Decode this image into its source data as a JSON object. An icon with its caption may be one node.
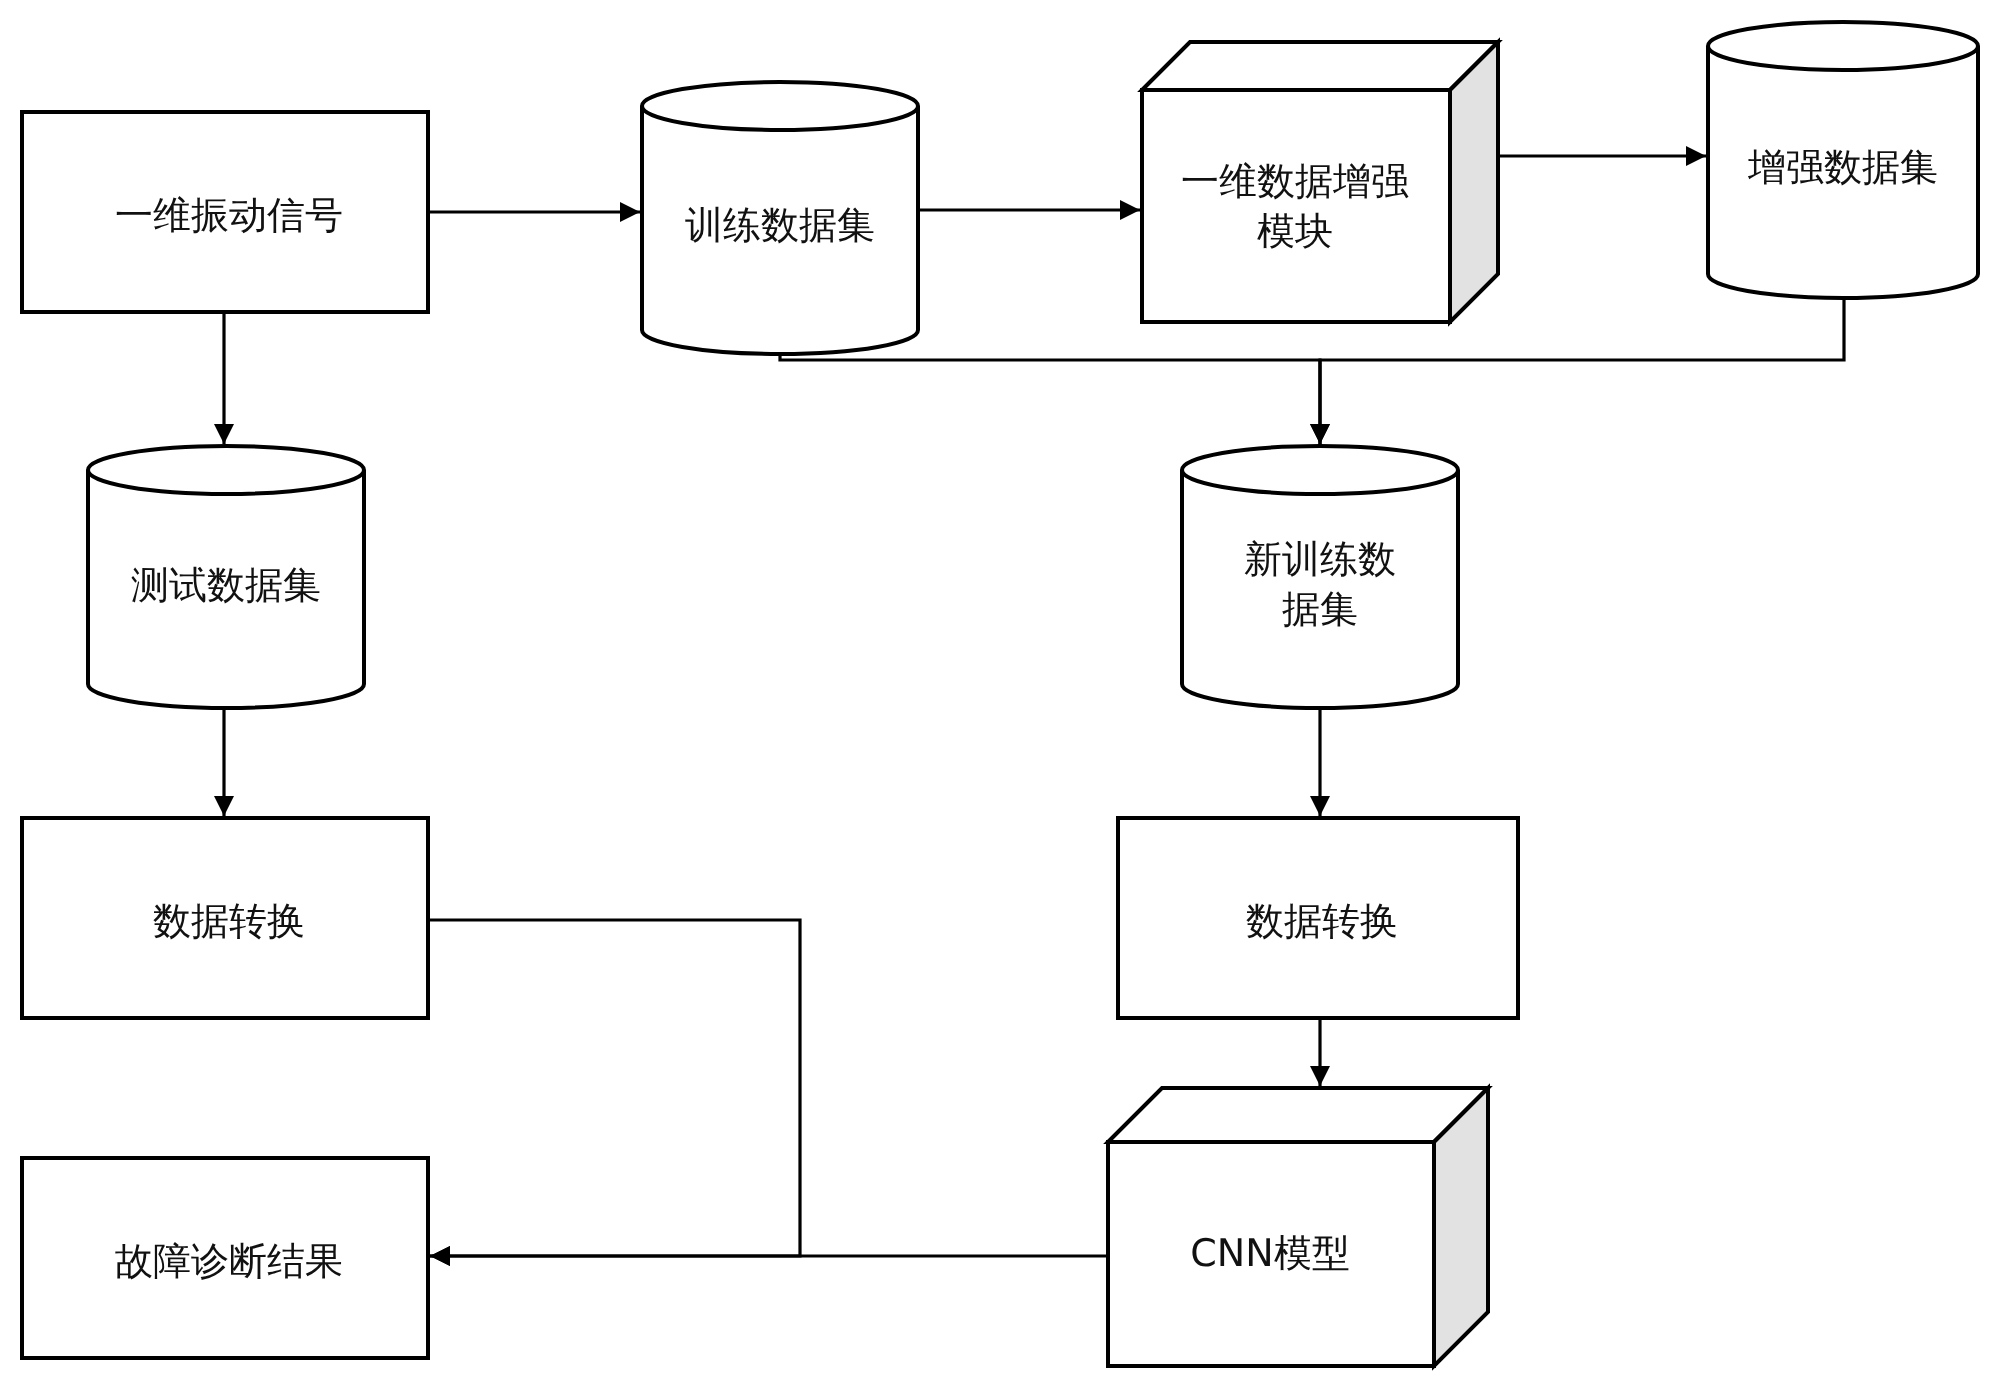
{
  "diagram": {
    "nodes": [
      {
        "text": [
          "一维振动信号"
        ]
      },
      {
        "text": [
          "训练数据集"
        ]
      },
      {
        "text": [
          "一维数据增强模块"
        ]
      },
      {
        "text": [
          "增强数据集"
        ]
      },
      {
        "text": [
          "测试数据集"
        ]
      },
      {
        "text": [
          "新训练数据集"
        ]
      },
      {
        "text": [
          "数据转换"
        ]
      },
      {
        "text": [
          "数据转换"
        ]
      },
      {
        "text": [
          "CNN模型"
        ]
      },
      {
        "text": [
          "故障诊断结果"
        ]
      }
    ],
    "edges": [
      {
        "from": 0,
        "to": 1,
        "arrow": "to"
      },
      {
        "from": 1,
        "to": 2,
        "arrow": "to"
      },
      {
        "from": 2,
        "to": 3,
        "arrow": "to"
      },
      {
        "from": 0,
        "to": 4,
        "arrow": "to"
      },
      {
        "from": 1,
        "to": 5,
        "arrow": "to"
      },
      {
        "from": 3,
        "to": 5,
        "arrow": "to"
      },
      {
        "from": 4,
        "to": 6,
        "arrow": "to"
      },
      {
        "from": 5,
        "to": 7,
        "arrow": "to"
      },
      {
        "from": 7,
        "to": 8,
        "arrow": "to"
      },
      {
        "from": 6,
        "to": 9,
        "arrow": "to"
      },
      {
        "from": 8,
        "to": 9,
        "arrow": "to"
      }
    ]
  }
}
